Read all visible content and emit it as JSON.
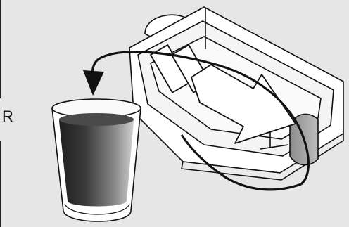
{
  "figure": {
    "side_label": "R",
    "parts": {
      "cup": "cup-with-liquid",
      "container": "drawer-container",
      "flow_arrow": "flow-path-arrow",
      "direction_arrow": "slide-direction-arrow",
      "handle": "drawer-handle"
    },
    "colors": {
      "background": "#e6e6e6",
      "outline": "#111111",
      "liquid_dark": "#2b2b2b",
      "liquid_light": "#9a9a9a",
      "handle_grey": "#a9a9a9"
    }
  }
}
